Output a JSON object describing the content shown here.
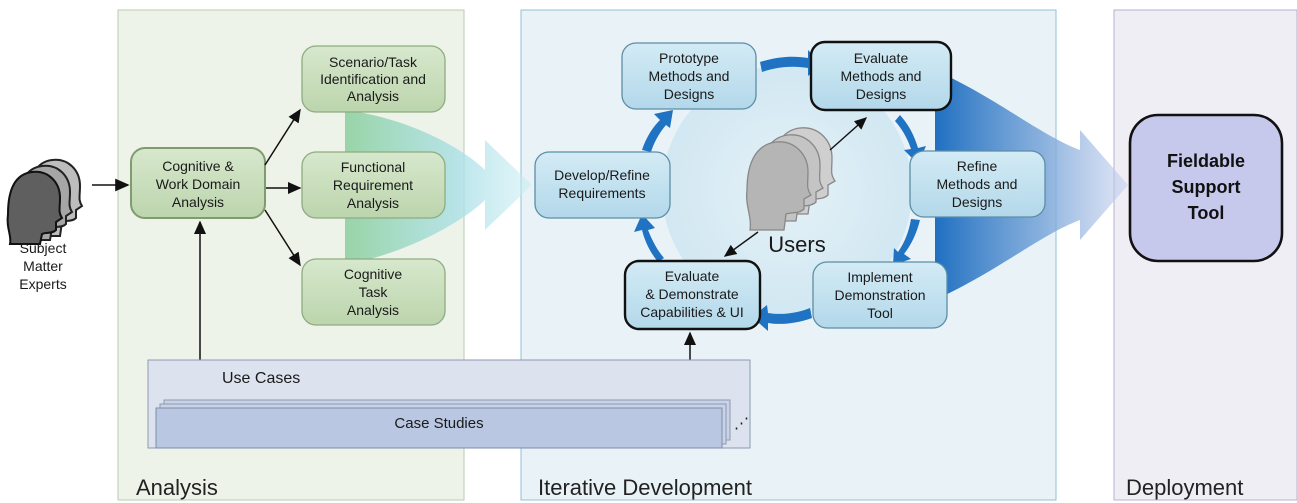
{
  "panels": {
    "analysis": "Analysis",
    "iterative": "Iterative Development",
    "deployment": "Deployment"
  },
  "sme": {
    "line1": "Subject",
    "line2": "Matter",
    "line3": "Experts"
  },
  "analysis_boxes": {
    "cwda": [
      "Cognitive &",
      "Work Domain",
      "Analysis"
    ],
    "scenario": [
      "Scenario/Task",
      "Identification and",
      "Analysis"
    ],
    "functional": [
      "Functional",
      "Requirement",
      "Analysis"
    ],
    "cta": [
      "Cognitive",
      "Task",
      "Analysis"
    ]
  },
  "cycle_boxes": {
    "prototype": [
      "Prototype",
      "Methods and",
      "Designs"
    ],
    "evaluate_top": [
      "Evaluate",
      "Methods and",
      "Designs"
    ],
    "refine": [
      "Refine",
      "Methods and",
      "Designs"
    ],
    "implement": [
      "Implement",
      "Demonstration",
      "Tool"
    ],
    "evaluate_demo": [
      "Evaluate",
      "& Demonstrate",
      "Capabilities & UI"
    ],
    "develop": [
      "Develop/Refine",
      "Requirements"
    ]
  },
  "users_label": "Users",
  "fieldable": [
    "Fieldable",
    "Support",
    "Tool"
  ],
  "use_cases": "Use Cases",
  "case_studies": "Case Studies",
  "colors": {
    "analysis_bg": "#eef3ea",
    "iterative_bg": "#e9f3f7",
    "deployment_bg": "#f0eef5",
    "green_box": "#c9ddbd",
    "blue_box": "#c4e2ef",
    "cycle_arrow": "#1f73c2",
    "fieldable_box": "#c7c9ec"
  }
}
